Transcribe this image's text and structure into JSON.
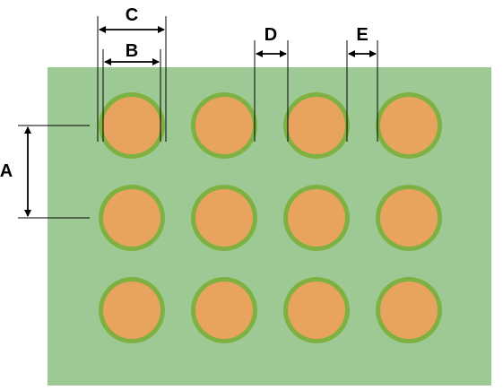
{
  "colors": {
    "board": "#9dca94",
    "pad_fill": "#e8a35f",
    "pad_ring": "#7fb142",
    "line": "#000000",
    "background": "#ffffff"
  },
  "grid": {
    "rows": 3,
    "cols": 4
  },
  "labels": {
    "A": "A",
    "B": "B",
    "C": "C",
    "D": "D",
    "E": "E"
  }
}
